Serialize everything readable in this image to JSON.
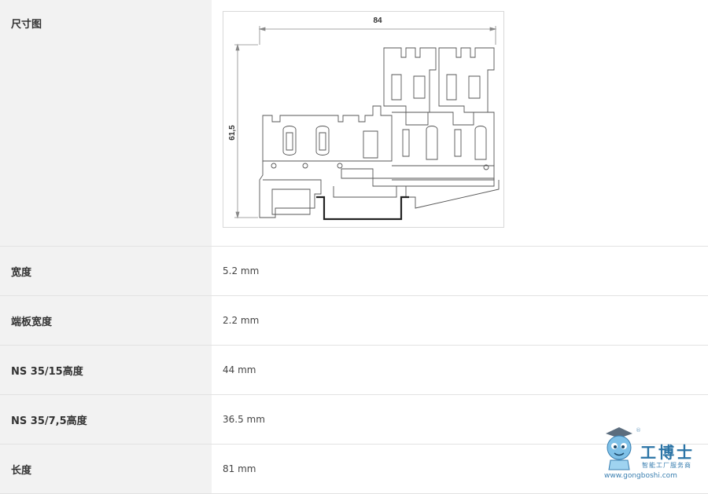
{
  "rows": [
    {
      "label": "尺寸图",
      "value": ""
    },
    {
      "label": "宽度",
      "value": "5.2 mm"
    },
    {
      "label": "端板宽度",
      "value": "2.2 mm"
    },
    {
      "label": "NS 35/15高度",
      "value": "44 mm"
    },
    {
      "label": "NS 35/7,5高度",
      "value": "36.5 mm"
    },
    {
      "label": "长度",
      "value": "81 mm"
    }
  ],
  "drawing": {
    "dim_width": "84",
    "dim_height": "61,5"
  },
  "watermark": {
    "brand": "工博士",
    "subtitle": "智能工厂服务商",
    "url": "www.gongboshi.com",
    "reg": "®"
  },
  "colors": {
    "label_bg": "#f2f2f2",
    "line": "#e2e2e2",
    "watermark_blue": "#2b74a6"
  }
}
